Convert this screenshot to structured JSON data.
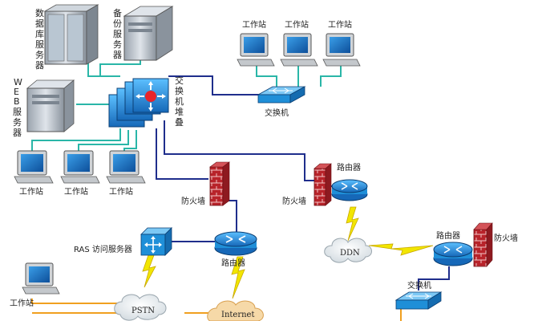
{
  "labels": {
    "db_server": [
      "数",
      "据",
      "库",
      "服",
      "务",
      "器"
    ],
    "backup_server": [
      "备",
      "份",
      "服",
      "务",
      "器"
    ],
    "web_server": [
      "W",
      "E",
      "B",
      "服",
      "务",
      "器"
    ],
    "switch_stack": [
      "交",
      "换",
      "机",
      "堆",
      "叠"
    ],
    "ws_top_1": "工作站",
    "ws_top_2": "工作站",
    "ws_top_3": "工作站",
    "switch_top": "交换机",
    "ws_mid_1": "工作站",
    "ws_mid_2": "工作站",
    "ws_mid_3": "工作站",
    "firewall_mid": "防火墙",
    "router_mid": "路由器",
    "ras_server": "RAS 访问服务器",
    "router_ddn": "路由器",
    "firewall_ddn": "防火墙",
    "ddn_cloud": "DDN",
    "router_right": "路由器",
    "firewall_right": "防火墙",
    "switch_bottom": "交换机",
    "ws_bottom": "工作站",
    "pstn_cloud": "PSTN",
    "internet_cloud": "Internet"
  },
  "colors": {
    "link_blue": "#1f2e8c",
    "link_teal": "#2ab6a8",
    "link_orange": "#f0a020",
    "lightning": "#f2e600",
    "router_blue": "#1f8fd8",
    "firewall_red": "#b8232a",
    "cloud_fill": "#e8eef2"
  }
}
